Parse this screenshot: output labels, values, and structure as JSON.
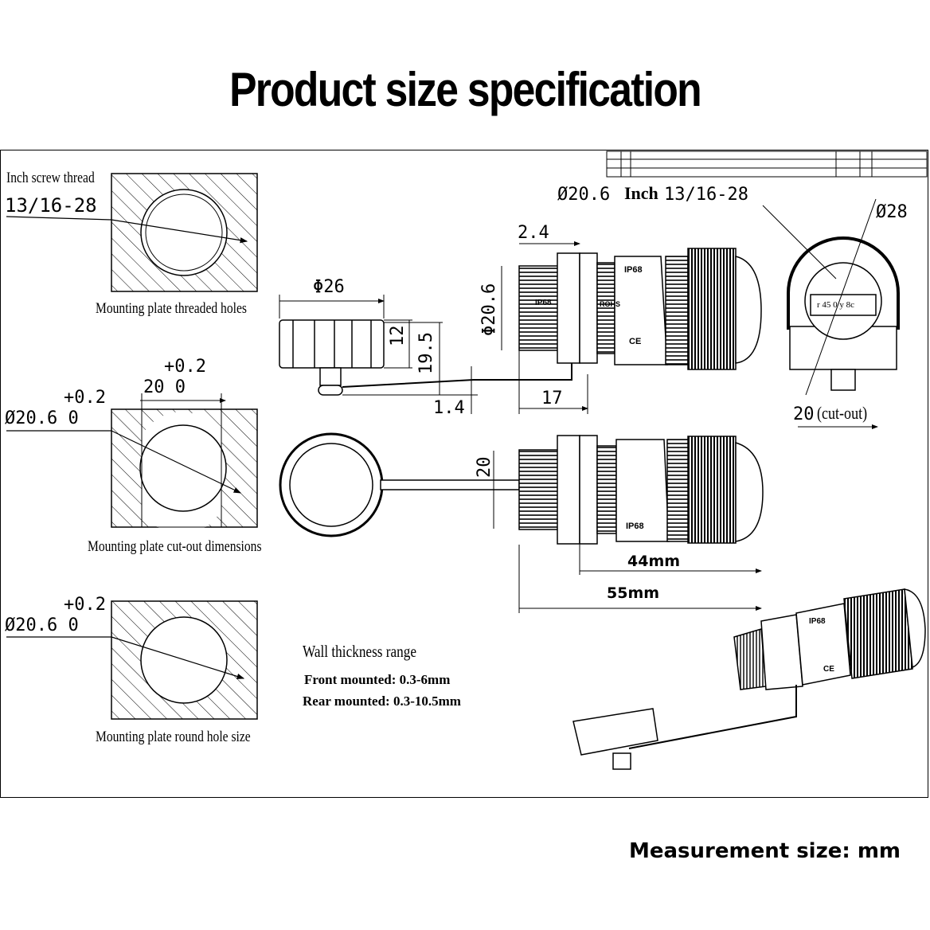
{
  "title": "Product size specification",
  "footer": "Measurement size: mm",
  "left_panels": {
    "threaded": {
      "header": "Inch screw thread",
      "spec": "13/16-28",
      "caption": "Mounting plate threaded holes"
    },
    "cutout": {
      "tol_width": "+0.2",
      "width": "20 0",
      "tol_dia": "+0.2",
      "dia": "Ø20.6 0",
      "caption": "Mounting plate cut-out dimensions"
    },
    "round": {
      "tol_dia": "+0.2",
      "dia": "Ø20.6 0",
      "caption": "Mounting plate round hole size"
    }
  },
  "dimensions": {
    "cap_dia": "Φ26",
    "cap_h": "12",
    "total_h": "19.5",
    "gap": "1.4",
    "flange": "2.4",
    "thread_dia": "Φ20.6",
    "thread_len": "17",
    "top_dia": "Ø20.6",
    "inch_spec_prefix": "Inch",
    "inch_spec": "13/16-28",
    "outer_dia": "Ø28",
    "cutout": "20",
    "cutout_note": "(cut-out)",
    "width_20": "20",
    "len_44": "44mm",
    "len_55": "55mm",
    "nut_label": "r 45 0 y 8c"
  },
  "wall": {
    "heading": "Wall thickness range",
    "front": "Front mounted: 0.3-6mm",
    "rear": "Rear mounted: 0.3-10.5mm"
  },
  "markings": {
    "ip": "IP68",
    "rohs": "ROHS",
    "ce": "CE"
  }
}
